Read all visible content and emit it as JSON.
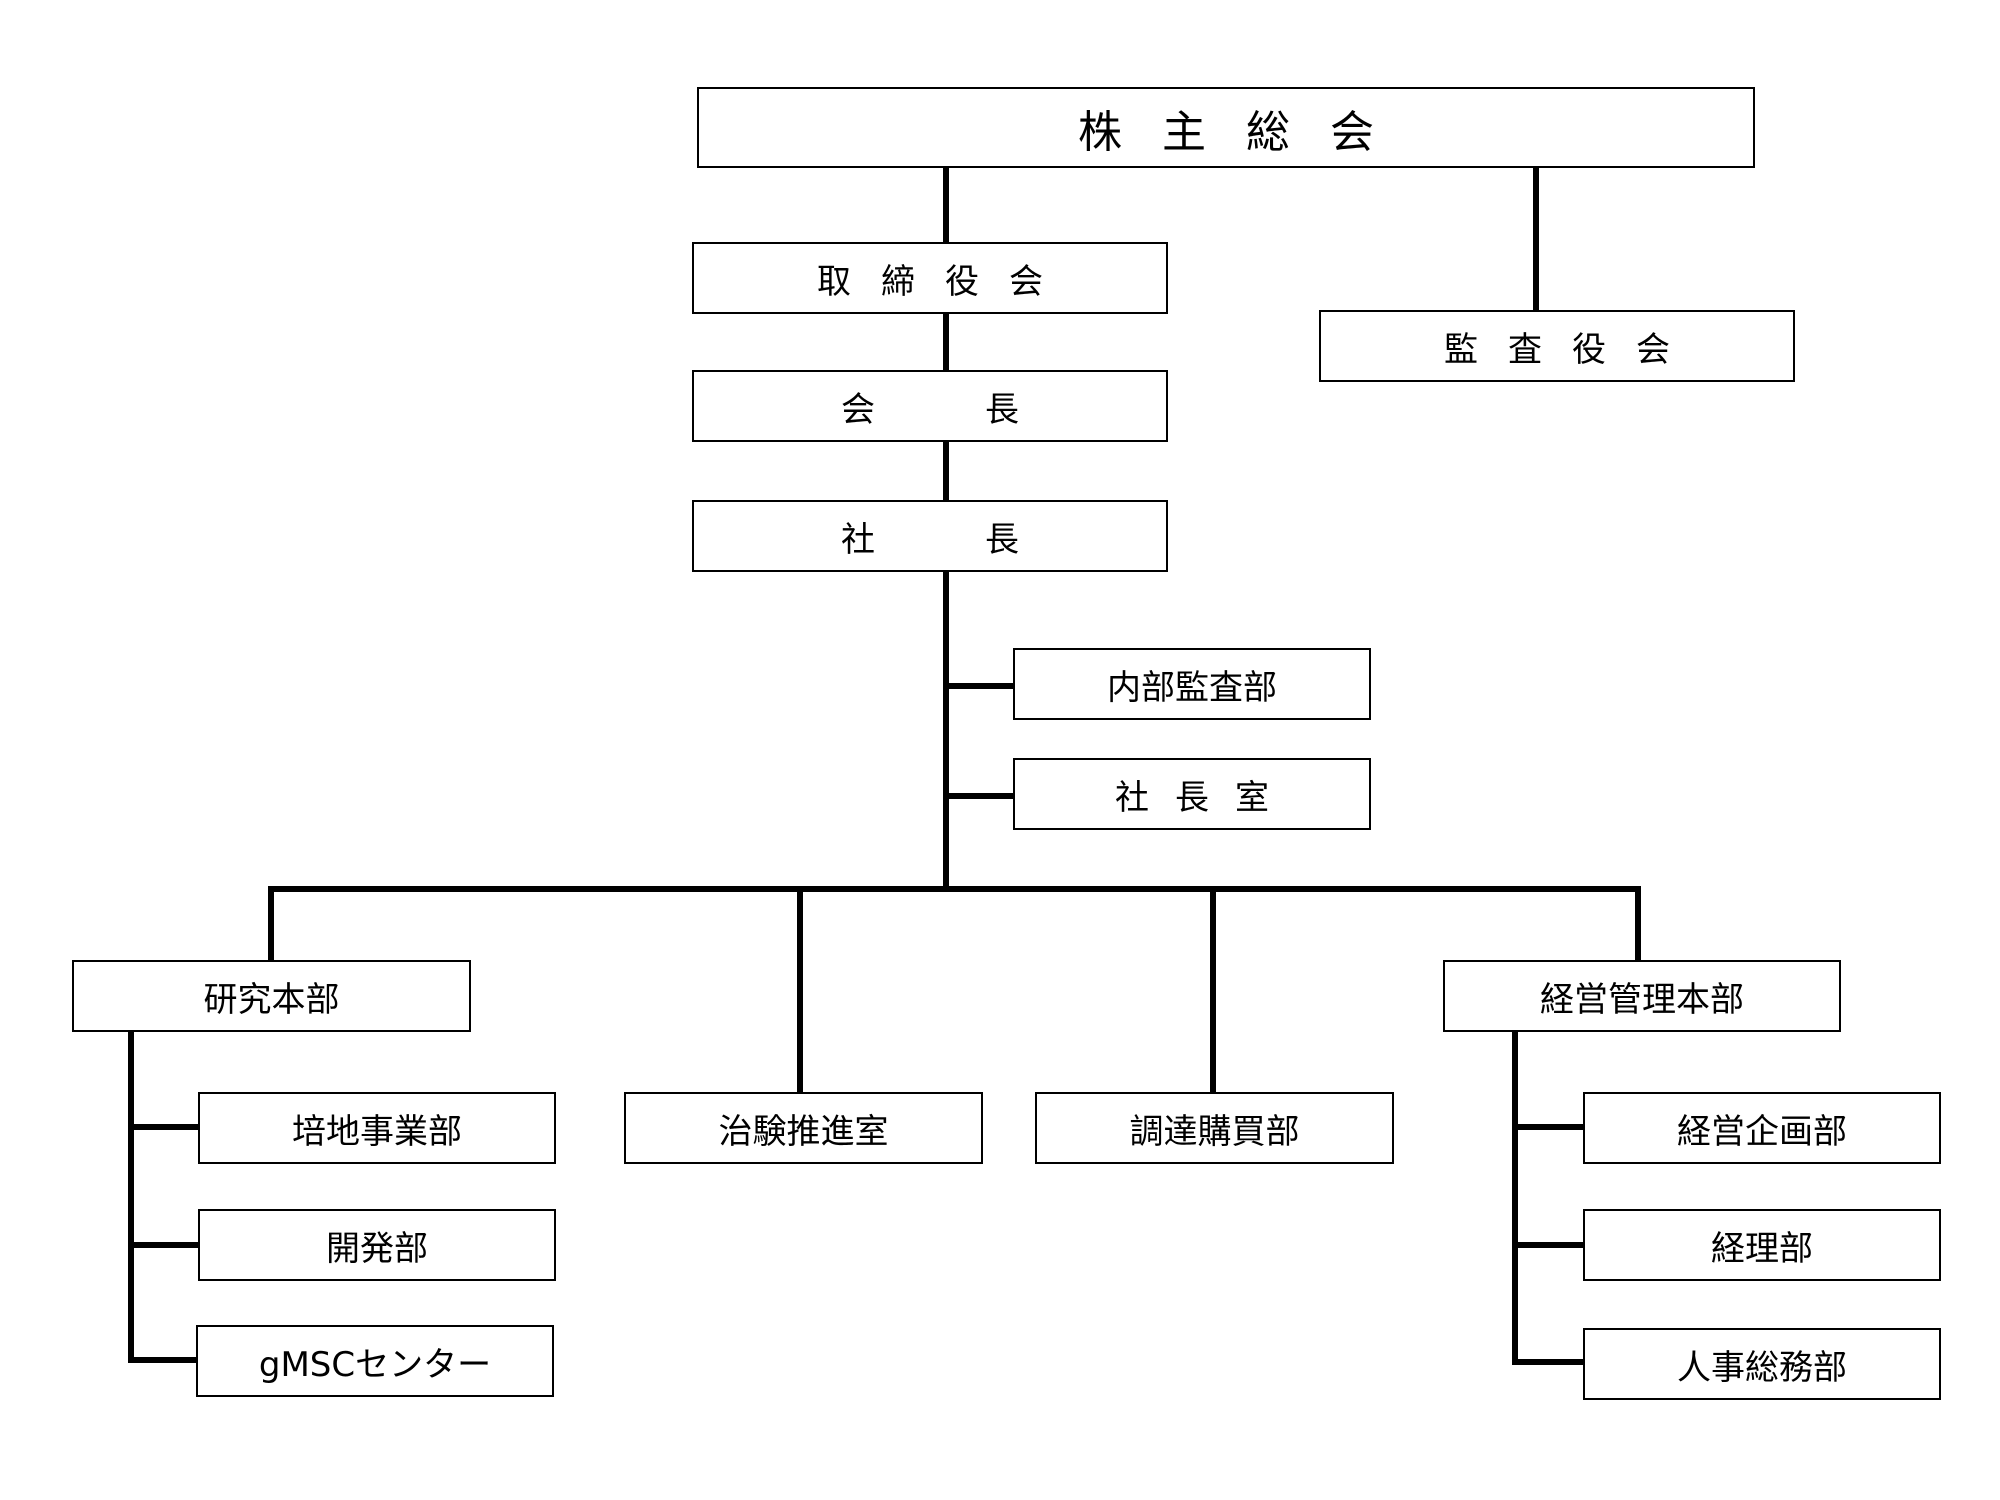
{
  "chart": {
    "shareholders": "株主総会",
    "board": "取締役会",
    "auditors": "監査役会",
    "chairman": "会長",
    "president": "社長",
    "internal_audit": "内部監査部",
    "president_office": "社長室",
    "research_hq": "研究本部",
    "culture_medium": "培地事業部",
    "development": "開発部",
    "gmsc_center": "gMSCセンター",
    "clinical_trial": "治験推進室",
    "procurement": "調達購買部",
    "management_hq": "経営管理本部",
    "corporate_planning": "経営企画部",
    "accounting": "経理部",
    "hr_general": "人事総務部"
  }
}
